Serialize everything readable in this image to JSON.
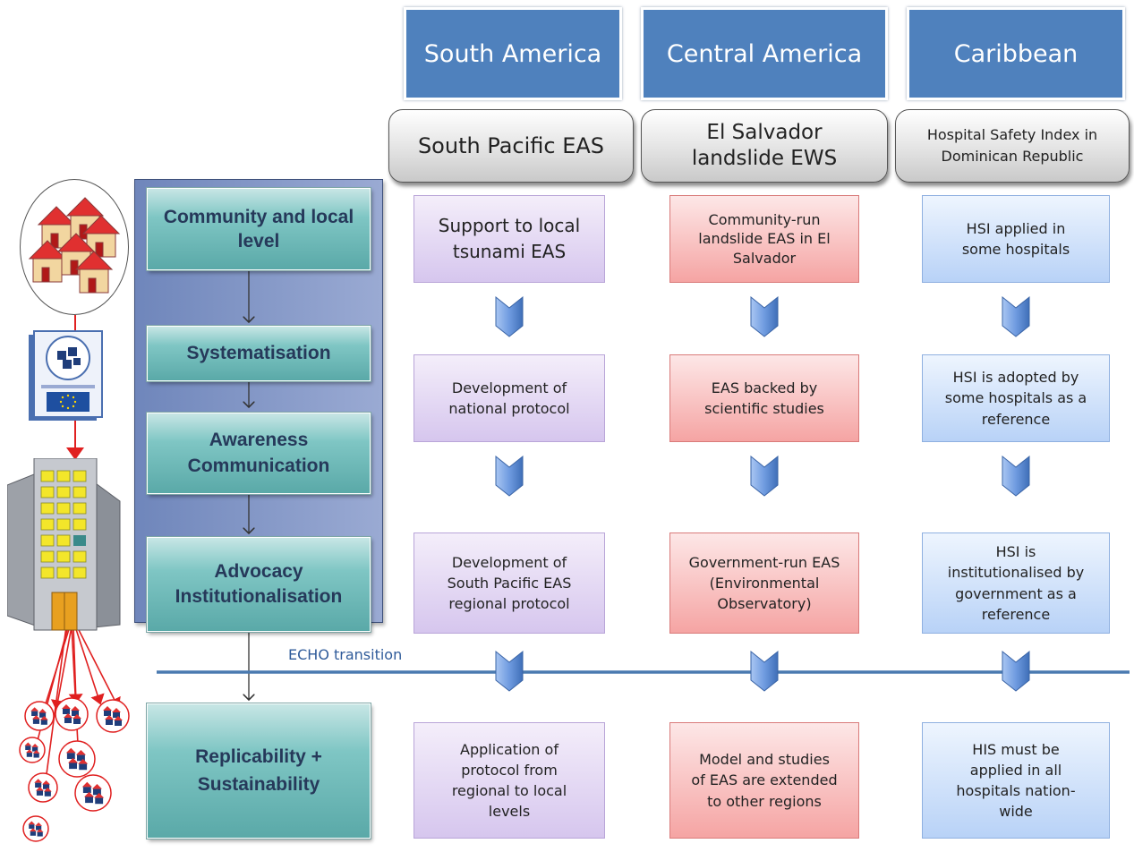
{
  "regions": [
    "South America",
    "Central America",
    "Caribbean"
  ],
  "projects": {
    "south": "South Pacific EAS",
    "central": "El Salvador landslide EWS",
    "caribbean": "Hospital Safety Index in Dominican Republic"
  },
  "stages": {
    "community": "Community and local level",
    "systematisation": "Systematisation",
    "awareness": "Awareness Communication",
    "advocacy": "Advocacy Institutionalisation",
    "replicability": "Replicability + Sustainability"
  },
  "transition_label": "ECHO transition",
  "south_cells": [
    "Support to local tsunami EAS",
    "Development of national protocol",
    "Development of South Pacific EAS regional protocol",
    "Application of protocol from regional to local levels"
  ],
  "central_cells": [
    "Community-run landslide EAS in El Salvador",
    "EAS backed by scientific studies",
    "Government-run EAS (Environmental Observatory)",
    "Model and studies of EAS are extended to other regions"
  ],
  "caribbean_cells": [
    "HSI applied in some hospitals",
    "HSI is adopted by some hospitals as a reference",
    "HSI is institutionalised by government as a reference",
    "HIS must be applied in all hospitals nation-wide"
  ],
  "colors": {
    "region_header": "#4f81bd",
    "stage_teal": "#5aa9a8",
    "panel": "#7f93c0",
    "purple_cell": "#d6c6ee",
    "red_cell": "#f5a4a3",
    "blue_cell": "#b8d2f7",
    "chevron": "#6f9be0",
    "transition_line": "#4a7ab0"
  },
  "icons": [
    "houses-icon",
    "eu-document-icon",
    "office-building-icon",
    "replicated-houses-icon"
  ]
}
